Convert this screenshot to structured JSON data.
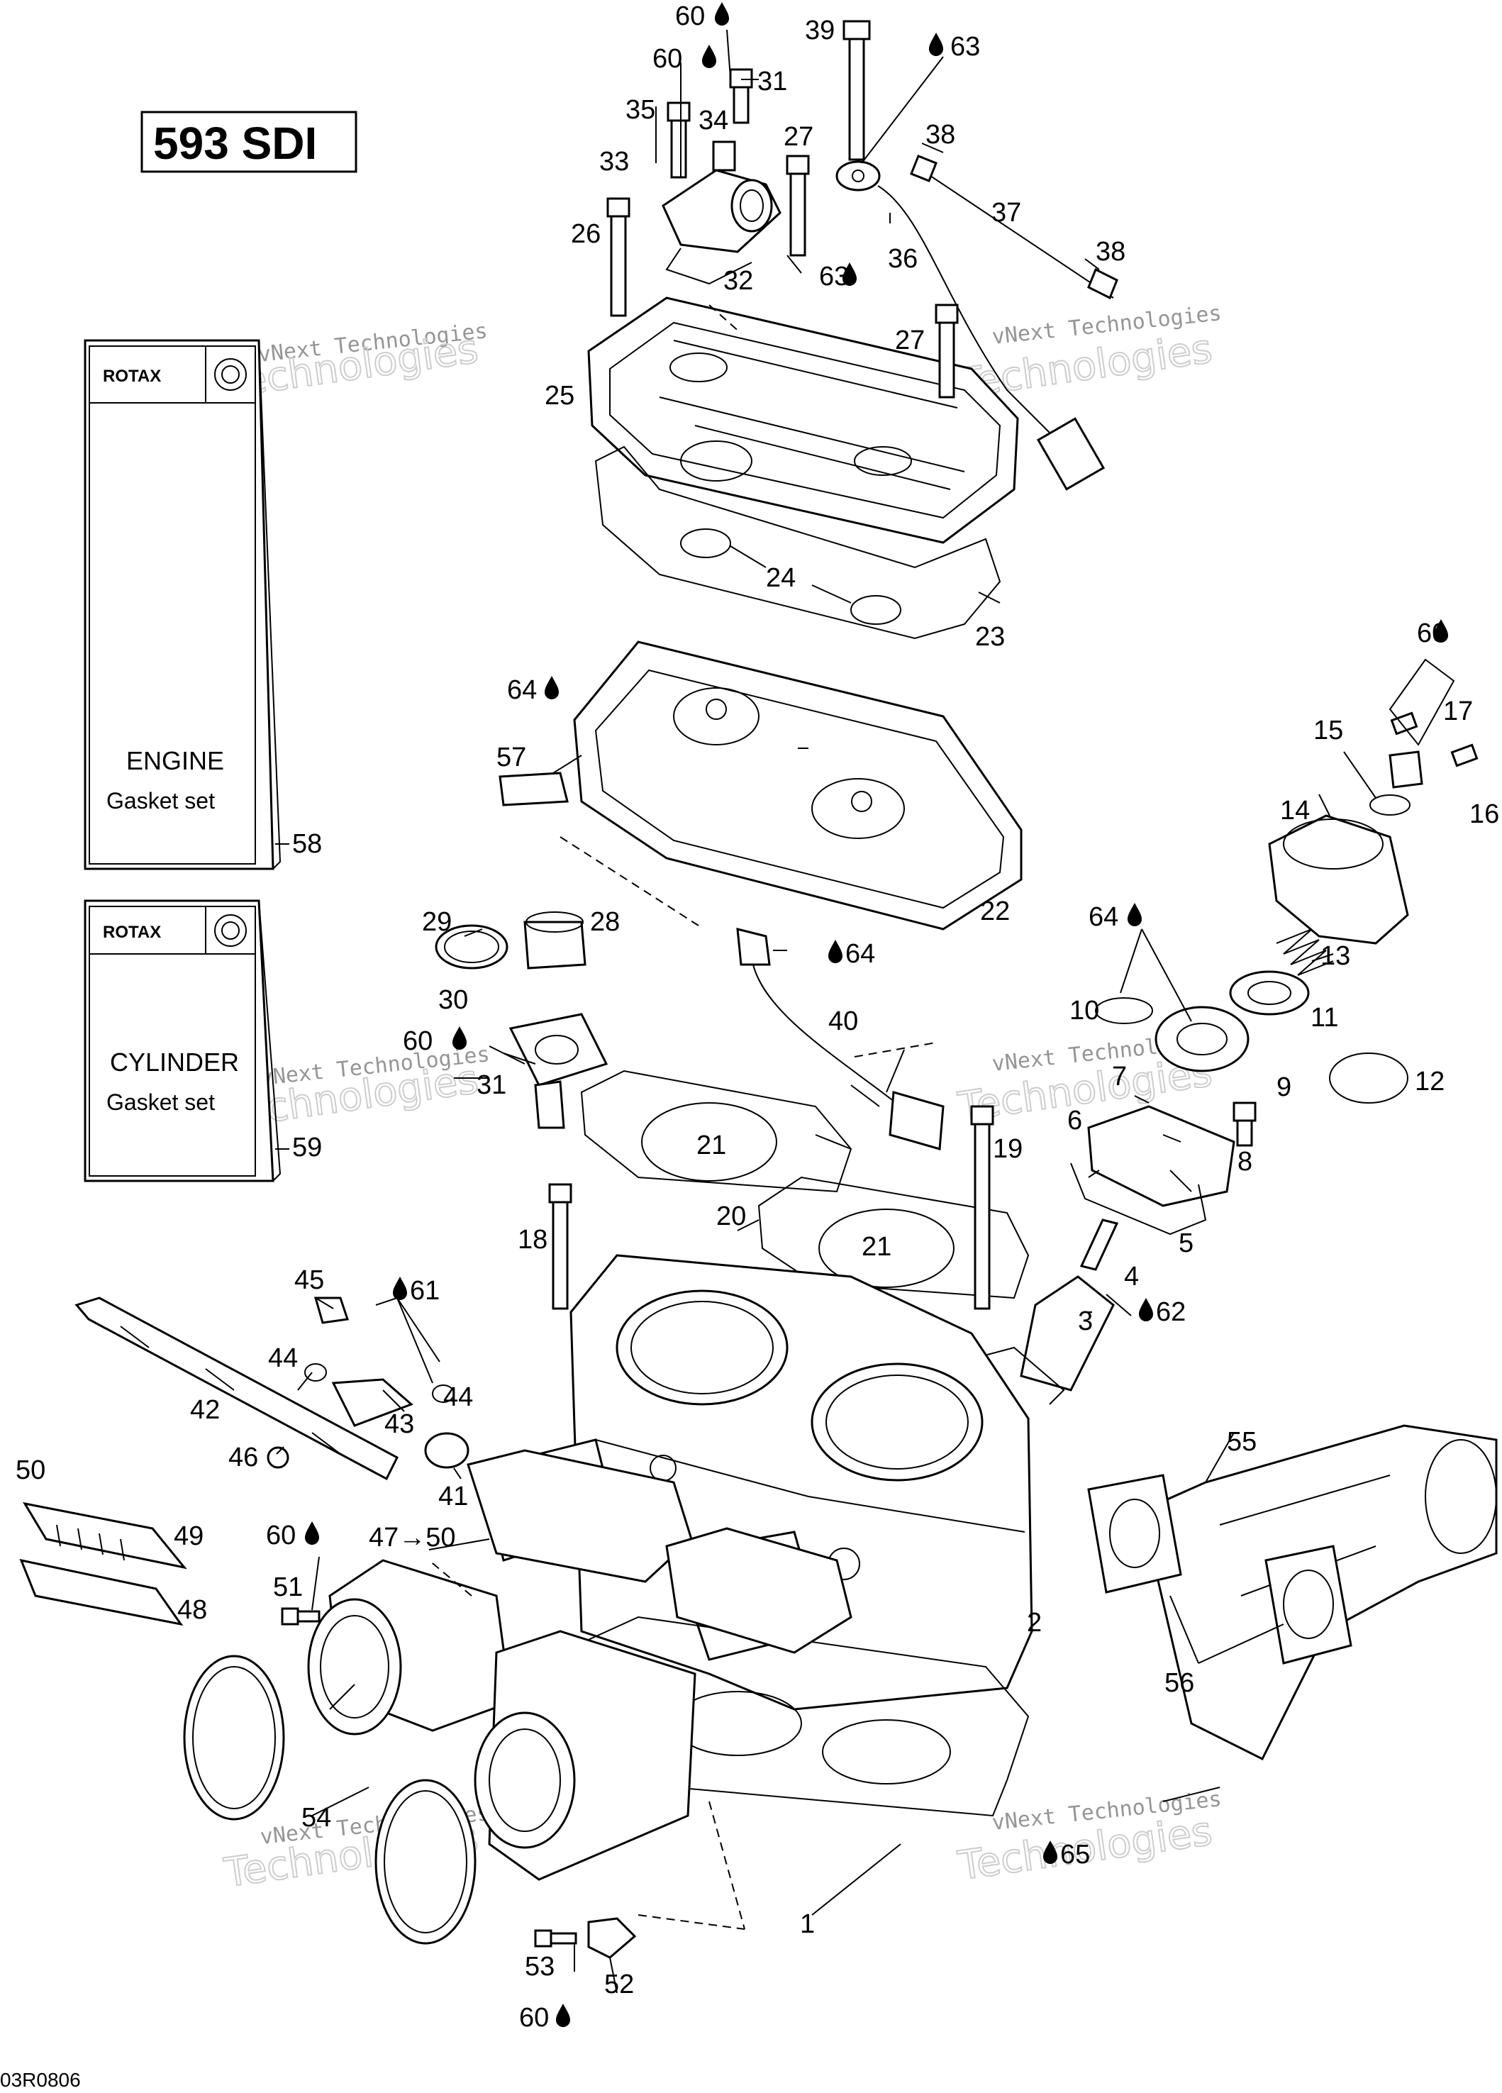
{
  "model_label": "593 SDI",
  "drawing_code": "03R0806",
  "watermark": {
    "line1": "vNext Technologies",
    "line2": "Technologies"
  },
  "booklets": [
    {
      "brand": "ROTAX",
      "title": "ENGINE",
      "subtitle": "Gasket set",
      "ref": "58"
    },
    {
      "brand": "ROTAX",
      "title": "CYLINDER",
      "subtitle": "Gasket set",
      "ref": "59"
    }
  ],
  "callouts": [
    {
      "id": "c1",
      "text": "1"
    },
    {
      "id": "c2",
      "text": "2"
    },
    {
      "id": "c3",
      "text": "3"
    },
    {
      "id": "c4",
      "text": "4"
    },
    {
      "id": "c5",
      "text": "5"
    },
    {
      "id": "c6",
      "text": "6"
    },
    {
      "id": "c7",
      "text": "7"
    },
    {
      "id": "c8",
      "text": "8"
    },
    {
      "id": "c9",
      "text": "9"
    },
    {
      "id": "c10",
      "text": "10"
    },
    {
      "id": "c11",
      "text": "11"
    },
    {
      "id": "c12",
      "text": "12"
    },
    {
      "id": "c13",
      "text": "13"
    },
    {
      "id": "c14",
      "text": "14"
    },
    {
      "id": "c15",
      "text": "15"
    },
    {
      "id": "c16",
      "text": "16"
    },
    {
      "id": "c17",
      "text": "17"
    },
    {
      "id": "c18",
      "text": "18"
    },
    {
      "id": "c19",
      "text": "19"
    },
    {
      "id": "c20",
      "text": "20"
    },
    {
      "id": "c21a",
      "text": "21"
    },
    {
      "id": "c21b",
      "text": "21"
    },
    {
      "id": "c22",
      "text": "22"
    },
    {
      "id": "c23",
      "text": "23"
    },
    {
      "id": "c24",
      "text": "24"
    },
    {
      "id": "c25",
      "text": "25"
    },
    {
      "id": "c26",
      "text": "26"
    },
    {
      "id": "c27a",
      "text": "27"
    },
    {
      "id": "c27b",
      "text": "27"
    },
    {
      "id": "c28",
      "text": "28"
    },
    {
      "id": "c29",
      "text": "29"
    },
    {
      "id": "c30",
      "text": "30"
    },
    {
      "id": "c31a",
      "text": "31"
    },
    {
      "id": "c31b",
      "text": "31"
    },
    {
      "id": "c32",
      "text": "32"
    },
    {
      "id": "c33",
      "text": "33"
    },
    {
      "id": "c34",
      "text": "34"
    },
    {
      "id": "c35",
      "text": "35"
    },
    {
      "id": "c36",
      "text": "36"
    },
    {
      "id": "c37",
      "text": "37"
    },
    {
      "id": "c38a",
      "text": "38"
    },
    {
      "id": "c38b",
      "text": "38"
    },
    {
      "id": "c39",
      "text": "39"
    },
    {
      "id": "c40",
      "text": "40"
    },
    {
      "id": "c41",
      "text": "41"
    },
    {
      "id": "c42",
      "text": "42"
    },
    {
      "id": "c43",
      "text": "43"
    },
    {
      "id": "c44a",
      "text": "44"
    },
    {
      "id": "c44b",
      "text": "44"
    },
    {
      "id": "c45",
      "text": "45"
    },
    {
      "id": "c46",
      "text": "46"
    },
    {
      "id": "c4750",
      "text": "47→50"
    },
    {
      "id": "c48",
      "text": "48"
    },
    {
      "id": "c49",
      "text": "49"
    },
    {
      "id": "c50",
      "text": "50"
    },
    {
      "id": "c51",
      "text": "51"
    },
    {
      "id": "c52",
      "text": "52"
    },
    {
      "id": "c53",
      "text": "53"
    },
    {
      "id": "c54",
      "text": "54"
    },
    {
      "id": "c55",
      "text": "55"
    },
    {
      "id": "c56",
      "text": "56"
    },
    {
      "id": "c57",
      "text": "57"
    },
    {
      "id": "c58",
      "text": "58"
    },
    {
      "id": "c59",
      "text": "59"
    },
    {
      "id": "c60a",
      "text": "60"
    },
    {
      "id": "c60b",
      "text": "60"
    },
    {
      "id": "c60c",
      "text": "60"
    },
    {
      "id": "c60d",
      "text": "60"
    },
    {
      "id": "c60e",
      "text": "60"
    },
    {
      "id": "c60f",
      "text": "60"
    },
    {
      "id": "c61",
      "text": "61"
    },
    {
      "id": "c62",
      "text": "62"
    },
    {
      "id": "c63a",
      "text": "63"
    },
    {
      "id": "c63b",
      "text": "63"
    },
    {
      "id": "c64a",
      "text": "64"
    },
    {
      "id": "c64b",
      "text": "64"
    },
    {
      "id": "c64c",
      "text": "64"
    },
    {
      "id": "c65",
      "text": "65"
    }
  ],
  "icons": {
    "drop": "lubricant-drop-icon"
  }
}
